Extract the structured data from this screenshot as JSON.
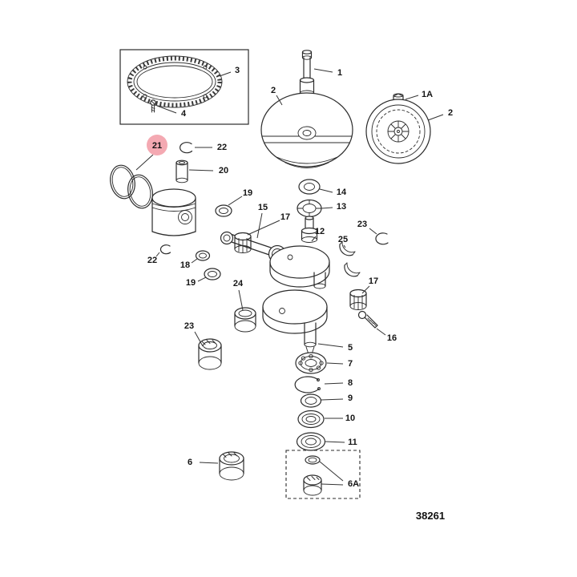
{
  "diagram": {
    "drawing_number": "38261",
    "highlight": {
      "fill": "#f4a9b2",
      "text_color": "#8e2f3e",
      "selected_part": "21"
    },
    "callouts": {
      "c1": "1",
      "c1a": "1A",
      "c2_left": "2",
      "c2_right": "2",
      "c3": "3",
      "c4": "4",
      "c5": "5",
      "c6": "6",
      "c6a": "6A",
      "c7": "7",
      "c8": "8",
      "c9": "9",
      "c10": "10",
      "c11": "11",
      "c12": "12",
      "c13": "13",
      "c14": "14",
      "c15": "15",
      "c16": "16",
      "c17_left": "17",
      "c17_right": "17",
      "c18": "18",
      "c19_top": "19",
      "c19_bottom": "19",
      "c20": "20",
      "c21": "21",
      "c22_top": "22",
      "c22_bottom": "22",
      "c23_left": "23",
      "c23_right": "23",
      "c24": "24",
      "c25": "25"
    }
  }
}
